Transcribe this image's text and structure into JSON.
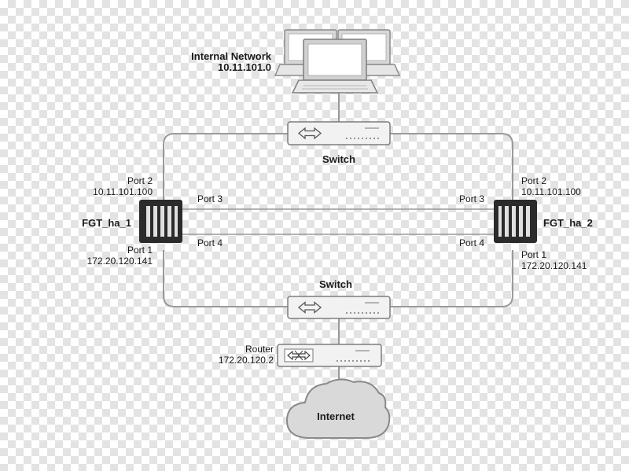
{
  "internal_network": {
    "name": "Internal Network",
    "subnet": "10.11.101.0"
  },
  "switch_top": {
    "label": "Switch"
  },
  "switch_bottom": {
    "label": "Switch"
  },
  "fgt_ha_1": {
    "name": "FGT_ha_1",
    "port2_label": "Port 2",
    "port2_ip": "10.11.101.100",
    "port1_label": "Port 1",
    "port1_ip": "172.20.120.141",
    "port3_label": "Port 3",
    "port4_label": "Port 4"
  },
  "fgt_ha_2": {
    "name": "FGT_ha_2",
    "port2_label": "Port 2",
    "port2_ip": "10.11.101.100",
    "port1_label": "Port 1",
    "port1_ip": "172.20.120.141",
    "port3_label": "Port 3",
    "port4_label": "Port 4"
  },
  "router": {
    "label": "Router",
    "ip": "172.20.120.2"
  },
  "internet": {
    "label": "Internet"
  },
  "colors": {
    "line": "#9a9a9a",
    "device_fill": "#f2f2f2",
    "device_stroke": "#7d7d7d",
    "fortigate": "#2b2b2b",
    "cloud_fill": "#d9d9d9",
    "cloud_stroke": "#8a8a8a"
  },
  "icons": [
    "laptop-icon",
    "switch-icon",
    "fortigate-icon",
    "router-icon",
    "cloud-icon"
  ]
}
